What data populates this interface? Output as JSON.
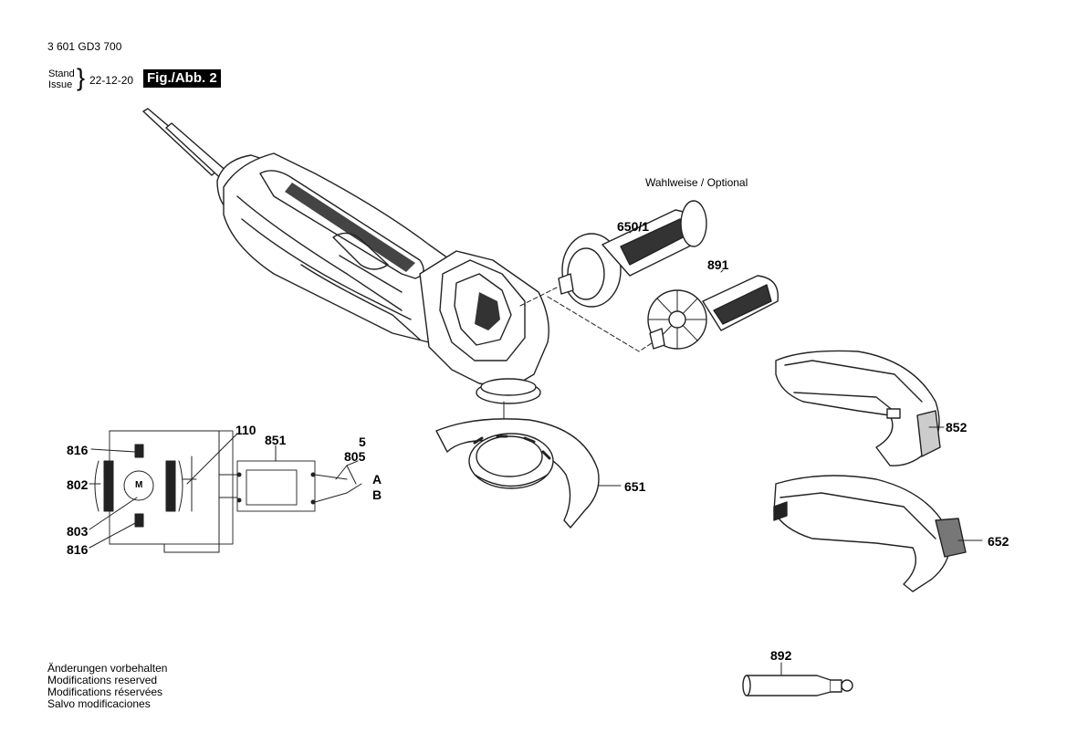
{
  "header": {
    "doc_number": "3 601 GD3 700",
    "stand_label": "Stand",
    "issue_label": "Issue",
    "issue_date": "22-12-20",
    "figure_label": "Fig./Abb. 2"
  },
  "optional_note": "Wahlweise / Optional",
  "parts": {
    "p650_1": "650/1",
    "p891": "891",
    "p852": "852",
    "p651": "651",
    "p652": "652",
    "p892": "892",
    "p110": "110",
    "p851": "851",
    "p5": "5",
    "p805": "805",
    "p816_top": "816",
    "p802": "802",
    "p803": "803",
    "p816_bottom": "816",
    "terminal_a": "A",
    "terminal_b": "B",
    "motor": "M"
  },
  "notes": [
    "Änderungen vorbehalten",
    "Modifications reserved",
    "Modifications réservées",
    "Salvo modificaciones"
  ]
}
